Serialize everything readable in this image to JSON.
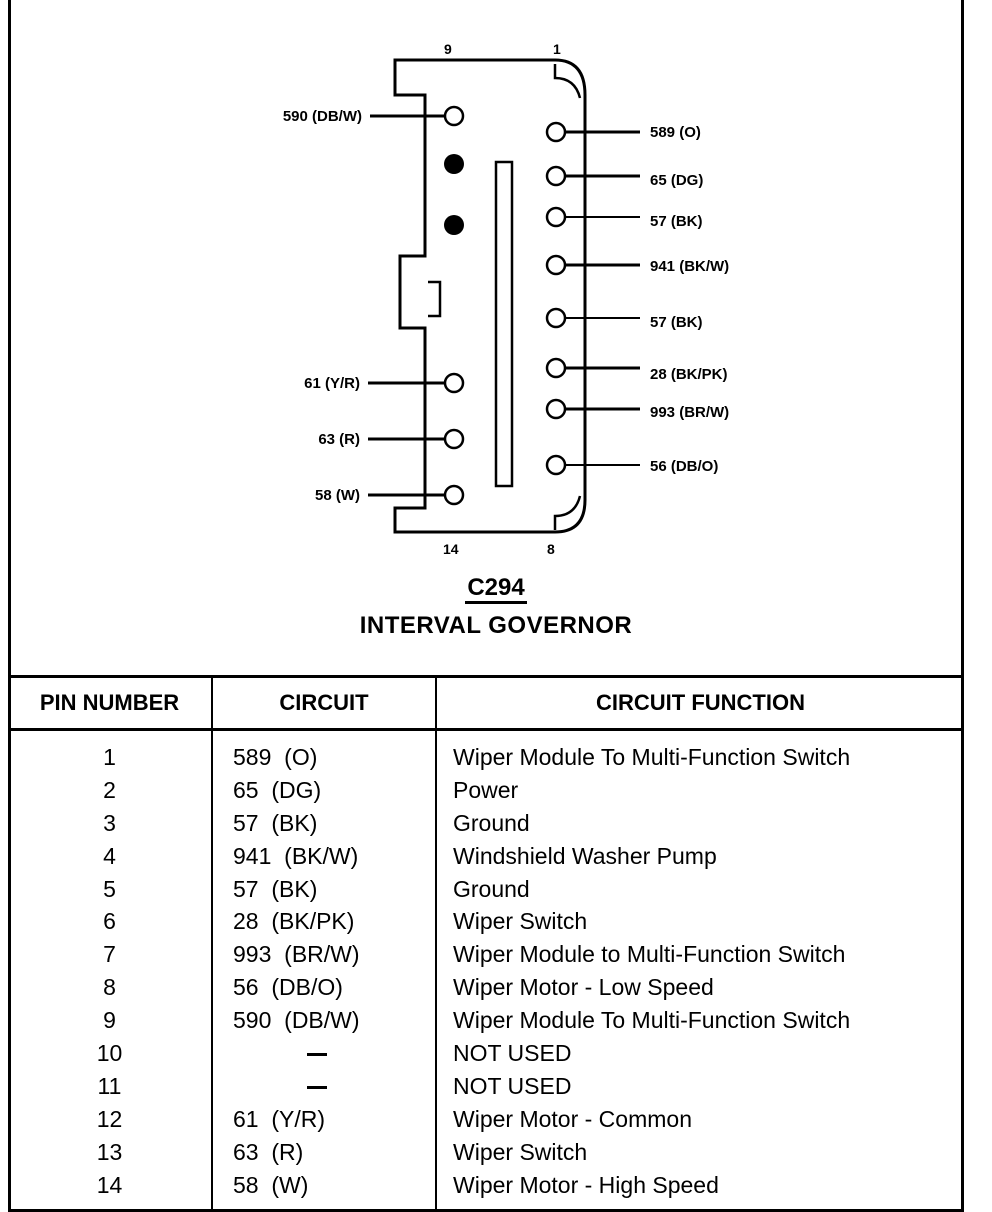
{
  "connector": {
    "id": "C294",
    "name": "INTERVAL GOVERNOR",
    "corner_pins": [
      "9",
      "1",
      "14",
      "8"
    ],
    "left_labels": [
      "590 (DB/W)",
      "61 (Y/R)",
      "63 (R)",
      "58 (W)"
    ],
    "right_labels": [
      "589 (O)",
      "65 (DG)",
      "57 (BK)",
      "941 (BK/W)",
      "57 (BK)",
      "28 (BK/PK)",
      "993 (BR/W)",
      "56 (DB/O)"
    ]
  },
  "table": {
    "headers": [
      "PIN NUMBER",
      "CIRCUIT",
      "CIRCUIT FUNCTION"
    ],
    "rows": [
      {
        "pin": "1",
        "circuit": "589  (O)",
        "function": "Wiper Module To Multi-Function Switch"
      },
      {
        "pin": "2",
        "circuit": "65  (DG)",
        "function": "Power"
      },
      {
        "pin": "3",
        "circuit": "57  (BK)",
        "function": "Ground"
      },
      {
        "pin": "4",
        "circuit": "941  (BK/W)",
        "function": "Windshield Washer Pump"
      },
      {
        "pin": "5",
        "circuit": "57  (BK)",
        "function": "Ground"
      },
      {
        "pin": "6",
        "circuit": "28  (BK/PK)",
        "function": "Wiper Switch"
      },
      {
        "pin": "7",
        "circuit": "993  (BR/W)",
        "function": "Wiper Module to Multi-Function Switch"
      },
      {
        "pin": "8",
        "circuit": "56  (DB/O)",
        "function": "Wiper Motor - Low Speed"
      },
      {
        "pin": "9",
        "circuit": "590  (DB/W)",
        "function": "Wiper Module To Multi-Function Switch"
      },
      {
        "pin": "10",
        "circuit": "",
        "function": "NOT USED"
      },
      {
        "pin": "11",
        "circuit": "",
        "function": "NOT USED"
      },
      {
        "pin": "12",
        "circuit": "61  (Y/R)",
        "function": "Wiper Motor - Common"
      },
      {
        "pin": "13",
        "circuit": "63  (R)",
        "function": "Wiper Switch"
      },
      {
        "pin": "14",
        "circuit": "58  (W)",
        "function": "Wiper Motor - High Speed"
      }
    ]
  }
}
